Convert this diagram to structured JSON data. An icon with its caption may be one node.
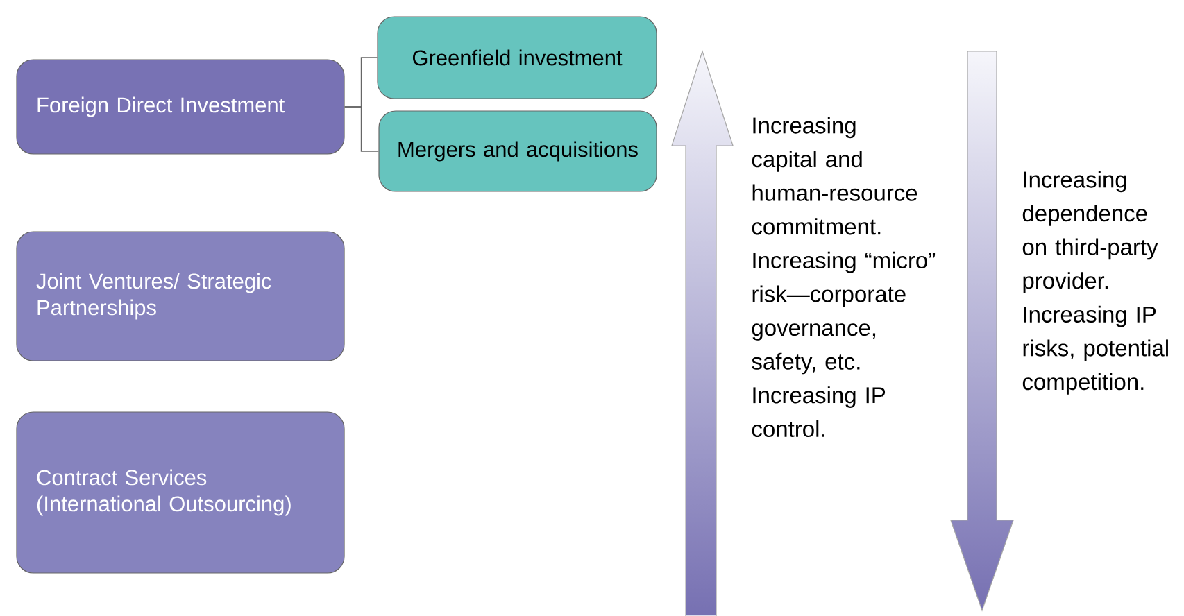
{
  "diagram": {
    "nodes": [
      {
        "text": [
          "Foreign Direct Investment"
        ]
      },
      {
        "text": [
          "Greenfield investment"
        ]
      },
      {
        "text": [
          "Mergers and acquisitions"
        ]
      },
      {
        "text": [
          "Joint Ventures/ Strategic Partnerships"
        ]
      },
      {
        "text": [
          "Contract Services (International Outsourcing)"
        ]
      }
    ],
    "edges": [
      {
        "from": 0,
        "to": 1,
        "arrow": "none"
      },
      {
        "from": 0,
        "to": 2,
        "arrow": "none"
      }
    ],
    "labels": [
      "Increasing capital and human-resource commitment. Increasing “micro” risk—corporate governance, safety, etc. Increasing IP control.",
      "Increasing dependence on third-party provider. Increasing IP risks, potential competition."
    ]
  }
}
